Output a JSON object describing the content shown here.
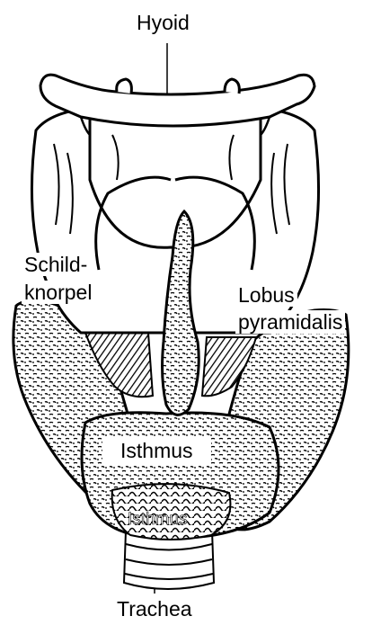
{
  "diagram": {
    "labels": {
      "hyoid": "Hyoid",
      "schild_line1": "Schild-",
      "schild_line2": "knorpel",
      "lobus_line1": "Lobus",
      "lobus_line2": "pyramidalis",
      "isthmus": "Isthmus",
      "isthmus_inner": "Isthmus",
      "trachea": "Trachea"
    },
    "colors": {
      "ink": "#000000",
      "paper": "#ffffff"
    }
  }
}
